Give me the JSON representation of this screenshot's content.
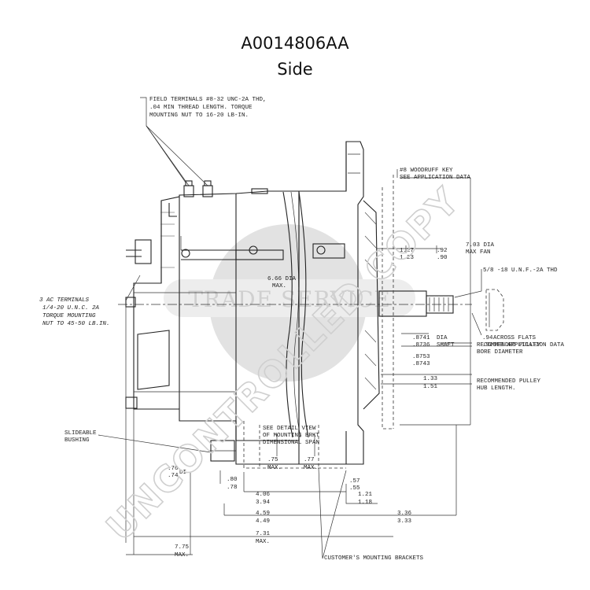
{
  "header": {
    "part_number": "A0014806AA",
    "view": "Side"
  },
  "watermarks": {
    "trade_service": "TRADE SERVICE",
    "stamp": "UNCONTROLLED COPY"
  },
  "annotations": {
    "field_terminals": [
      "FIELD TERMINALS #8-32 UNC-2A THD,",
      ".04 MIN THREAD LENGTH. TORQUE",
      "MOUNTING NUT TO 16-20 LB-IN."
    ],
    "ac_terminals": [
      "3 AC TERMINALS",
      "1/4-20 U.N.C. 2A",
      "TORQUE MOUNTING",
      "NUT TO 45-50 LB.IN."
    ],
    "woodruff_key": [
      "#8 WOODRUFF KEY",
      "SEE APPLICATION DATA"
    ],
    "max_fan": [
      "7.03 DIA",
      "MAX FAN"
    ],
    "shaft_thread": "5/8 -18 U.N.F.-2A THD",
    "across_flats": [
      "ACROSS FLATS",
      "SEE APPLICATION DATA"
    ],
    "pulley_bore": [
      "RECOMMENDED PULLEY",
      "BORE DIAMETER"
    ],
    "pulley_hub": [
      "RECOMMENDED PULLEY",
      "HUB LENGTH."
    ],
    "slideable_bushing": [
      "SLIDEABLE",
      "BUSHING"
    ],
    "detail_view": [
      "SEE DETAIL VIEW",
      "OF MOUNTING BRKT",
      "DIMENSIONAL SPAN"
    ],
    "customer_brackets": "CUSTOMER'S MOUNTING BRACKETS",
    "shaft_dia_label": [
      "DIA",
      "SHAFT"
    ],
    "body_dia": [
      "6.66 DIA",
      "MAX."
    ]
  },
  "dimensions": {
    "d127": [
      "1.27",
      "1.23"
    ],
    "d92": [
      ".92",
      ".90"
    ],
    "d8741": [
      ".8741",
      ".8736"
    ],
    "d8753": [
      ".8753",
      ".8743"
    ],
    "d133": [
      "1.33",
      "1.51"
    ],
    "d94": [
      ".94",
      ".92"
    ],
    "d75": [
      ".75",
      "MAX."
    ],
    "d77": [
      ".77",
      "MAX."
    ],
    "d76": [
      ".76",
      ".74"
    ],
    "d76_tail": "DI",
    "d80": [
      ".80",
      ".78"
    ],
    "d57": [
      ".57",
      ".55"
    ],
    "d406": [
      "4.06",
      "3.94"
    ],
    "d121": [
      "1.21",
      "1.18"
    ],
    "d459": [
      "4.59",
      "4.49"
    ],
    "d336": [
      "3.36",
      "3.33"
    ],
    "d731": [
      "7.31",
      "MAX."
    ],
    "d775": [
      "7.75",
      "MAX."
    ]
  }
}
